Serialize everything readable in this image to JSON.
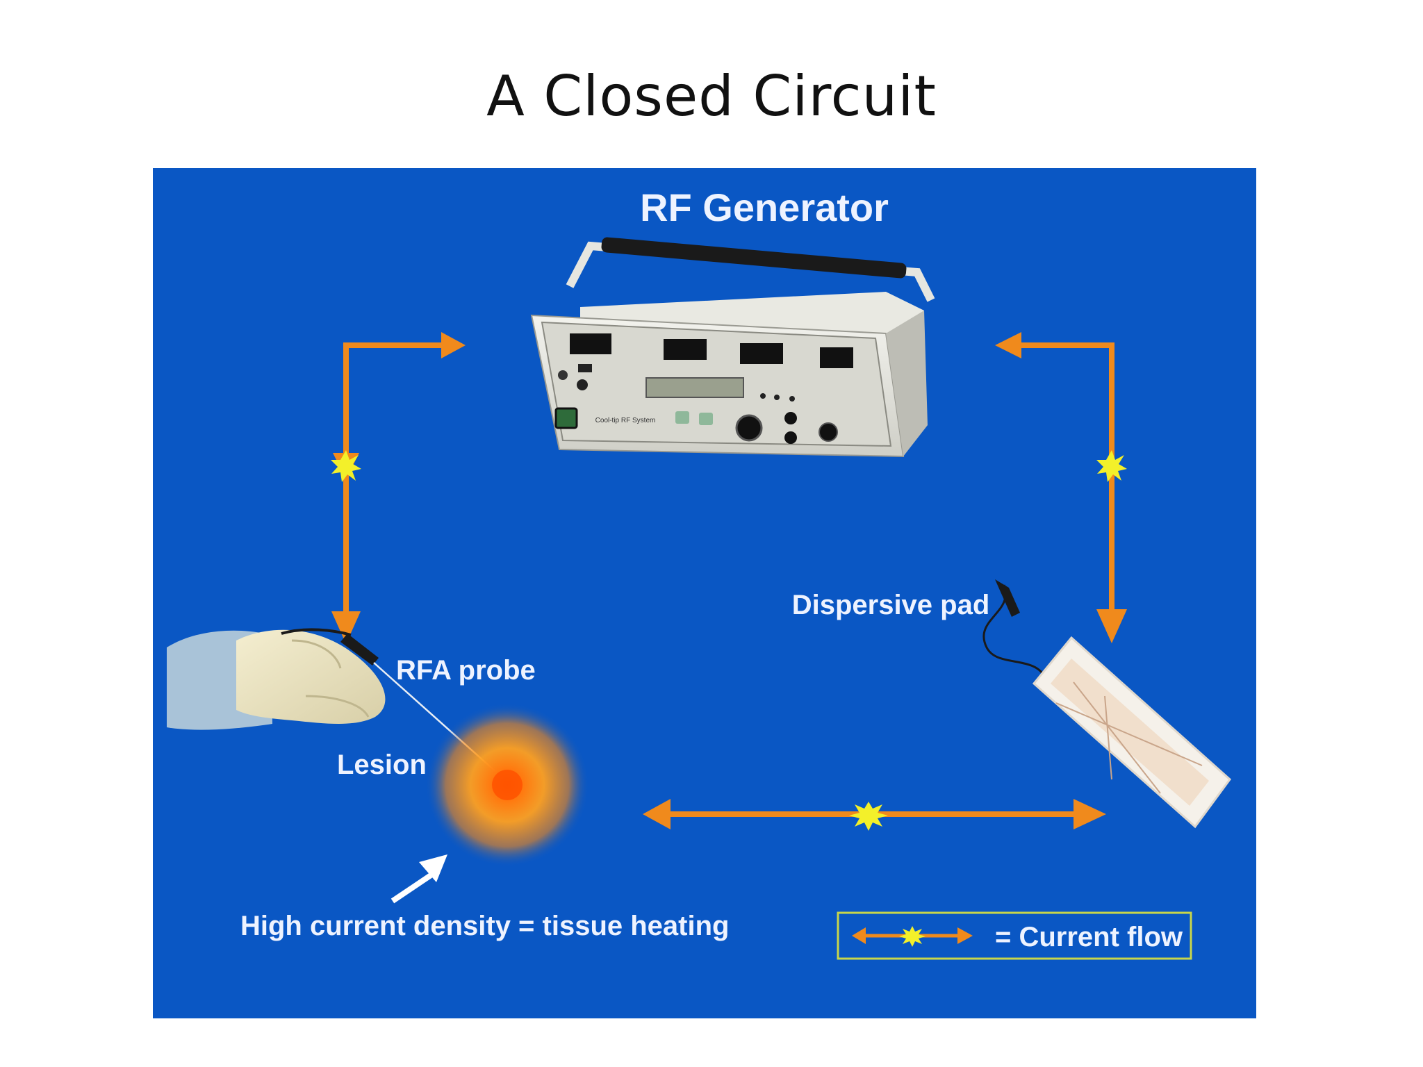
{
  "slide": {
    "title": "A Closed Circuit"
  },
  "diagram": {
    "generator_label": "RF Generator",
    "generator_brand": "Cool-tip RF System",
    "probe_label": "RFA probe",
    "lesion_label": "Lesion",
    "pad_label": "Dispersive pad",
    "heating_label": "High current density = tissue heating",
    "legend_label": "= Current flow"
  },
  "colors": {
    "background": "#0a57c4",
    "arrow": "#f08a1c",
    "spark": "#f3f02a",
    "label": "#eef3ff",
    "lesion_core": "#ff6a00",
    "legend_border": "#c8d64a"
  }
}
